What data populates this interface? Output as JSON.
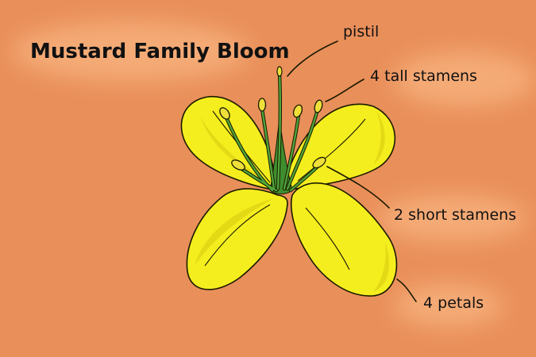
{
  "title": "Mustard Family Bloom",
  "labels": {
    "pistil": "pistil",
    "tall_stamens": "4 tall stamens",
    "short_stamens": "2 short stamens",
    "petals": "4 petals"
  },
  "colors": {
    "background": "#e98f5a",
    "glow": "#f7b07c",
    "petal": "#f5ee1e",
    "petal_shade": "#d6c80f",
    "stem": "#3f8e2e",
    "anther": "#eedf3a",
    "outline": "#1a1a00"
  }
}
